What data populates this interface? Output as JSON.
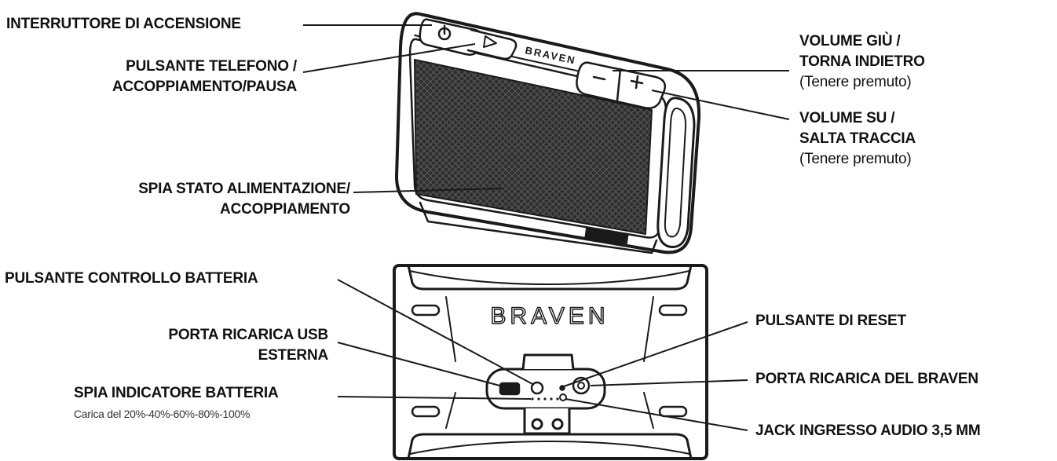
{
  "diagram": {
    "brand_top": "BRAVEN",
    "brand_bottom": "BRAVEN",
    "labels": {
      "power_switch": "INTERRUTTORE DI ACCENSIONE",
      "phone_button_l1": "PULSANTE TELEFONO /",
      "phone_button_l2": "ACCOPPIAMENTO/PAUSA",
      "status_led_l1": "SPIA STATO ALIMENTAZIONE/",
      "status_led_l2": "ACCOPPIAMENTO",
      "volume_down_l1": "VOLUME GIÙ /",
      "volume_down_l2": "TORNA INDIETRO",
      "volume_down_l3": "(Tenere premuto)",
      "volume_up_l1": "VOLUME SU /",
      "volume_up_l2": "SALTA TRACCIA",
      "volume_up_l3": "(Tenere premuto)",
      "battery_check": "PULSANTE CONTROLLO BATTERIA",
      "usb_port_l1": "PORTA RICARICA USB",
      "usb_port_l2": "ESTERNA",
      "battery_led_l1": "SPIA INDICATORE BATTERIA",
      "battery_led_l2": "Carica del 20%-40%-60%-80%-100%",
      "reset_button": "PULSANTE DI RESET",
      "charge_port": "PORTA RICARICA DEL BRAVEN",
      "audio_jack": "JACK INGRESSO AUDIO 3,5 MM"
    }
  }
}
